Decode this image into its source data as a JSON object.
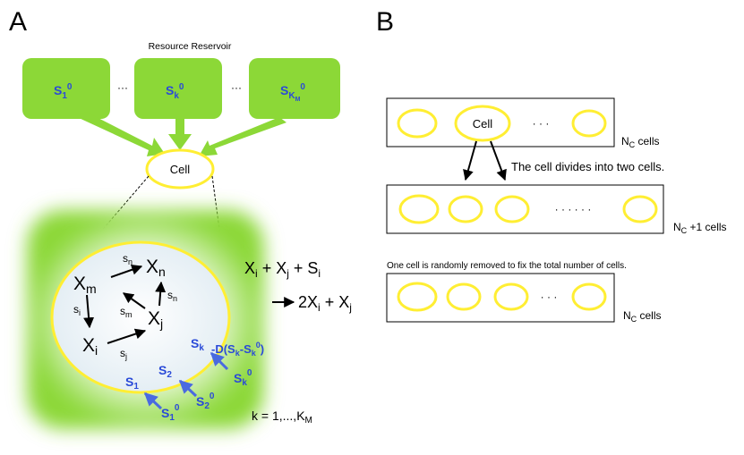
{
  "panel_a": {
    "label": "A",
    "reservoir_title": "Resource Reservoir",
    "reservoirs": [
      {
        "base": "S",
        "sub": "1",
        "sup": "0"
      },
      {
        "base": "S",
        "sub": "k",
        "sup": "0"
      },
      {
        "base": "S",
        "sub": "K",
        "subsub": "M",
        "sup": "0"
      }
    ],
    "ellipsis_1": "···",
    "ellipsis_2": "···",
    "cell_label": "Cell",
    "chemicals": {
      "xm": "X",
      "xm_sub": "m",
      "xn": "X",
      "xn_sub": "n",
      "xj": "X",
      "xj_sub": "j",
      "xi": "X",
      "xi_sub": "i"
    },
    "catalysts": {
      "sn_top": "s",
      "sn_top_sub": "n",
      "sn_right": "s",
      "sn_right_sub": "n",
      "sm": "s",
      "sm_sub": "m",
      "si": "s",
      "si_sub": "i",
      "sj": "s",
      "sj_sub": "j"
    },
    "reaction_line1": [
      "X",
      "i",
      " + X",
      "j",
      " + S",
      "i"
    ],
    "reaction_line2": [
      "2X",
      "i",
      " + X",
      "j"
    ],
    "diffusion": {
      "sk": "S",
      "sk_sub": "k",
      "flux": "-D(S",
      "flux_sub": "k",
      "flux_mid": "-S",
      "flux_sub2": "k",
      "flux_sup": "0",
      "flux_end": ")",
      "s2": "S",
      "s2_sub": "2",
      "s1": "S",
      "s1_sub": "1",
      "sk0": "S",
      "sk0_sub": "k",
      "sk0_sup": "0",
      "s20": "S",
      "s20_sub": "2",
      "s20_sup": "0",
      "s10": "S",
      "s10_sub": "1",
      "s10_sup": "0"
    },
    "k_range": "k = 1,...,K",
    "k_range_sub": "M"
  },
  "panel_b": {
    "label": "B",
    "cell_label": "Cell",
    "ellipsis_top": "· · ·",
    "ellipsis_mid": "· · · · · ·",
    "ellipsis_bottom": "· · ·",
    "count_top": "N",
    "count_top_sub": "C",
    "count_top_unit": " cells",
    "divide_text": "The cell divides into two cells.",
    "count_mid": "N",
    "count_mid_sub": "C",
    "count_mid_unit": " +1 cells",
    "removal_text": "One cell is randomly removed to fix the total number of cells.",
    "count_bottom": "N",
    "count_bottom_sub": "C",
    "count_bottom_unit": " cells"
  },
  "colors": {
    "green": "#8cd837",
    "yellow": "#ffee33",
    "blue": "#2a4ad8",
    "black": "#000000"
  }
}
